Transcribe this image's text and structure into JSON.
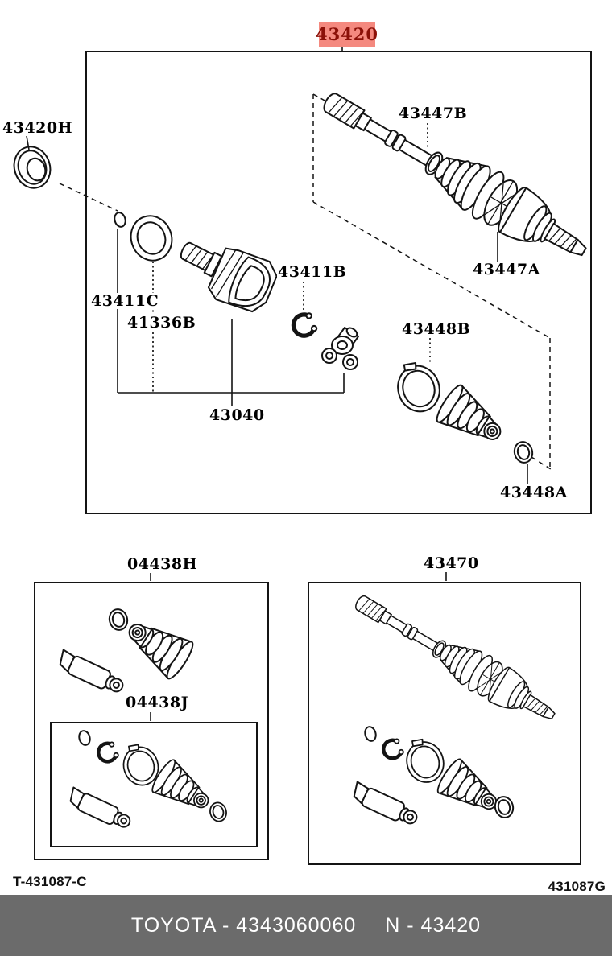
{
  "header_callout": {
    "label": "43420"
  },
  "callouts": {
    "oil_seal": "43420H",
    "damper_clamp": "43447B",
    "outboard_joint": "43447A",
    "shaft_snap_ring": "43411B",
    "inner_snap_ring": "43411C",
    "dust_cover": "41336B",
    "inboard_boot_clamp_no2": "43448B",
    "inboard_joint_assy": "43040",
    "inboard_boot_clamp": "43448A",
    "boot_kit_outboard": "04438H",
    "boot_kit_inboard": "04438J",
    "drive_shaft_assy_lh": "43470"
  },
  "colors": {
    "highlight_bg": "#f4897f",
    "highlight_text": "#8b1008",
    "footer_bar_bg": "#6b6b6b",
    "line_color": "#141414"
  },
  "footer": {
    "doc_code_left": "T-431087-C",
    "doc_code_right": "431087G",
    "bar_catalog": "TOYOTA - 4343060060",
    "bar_part": "N - 43420"
  }
}
